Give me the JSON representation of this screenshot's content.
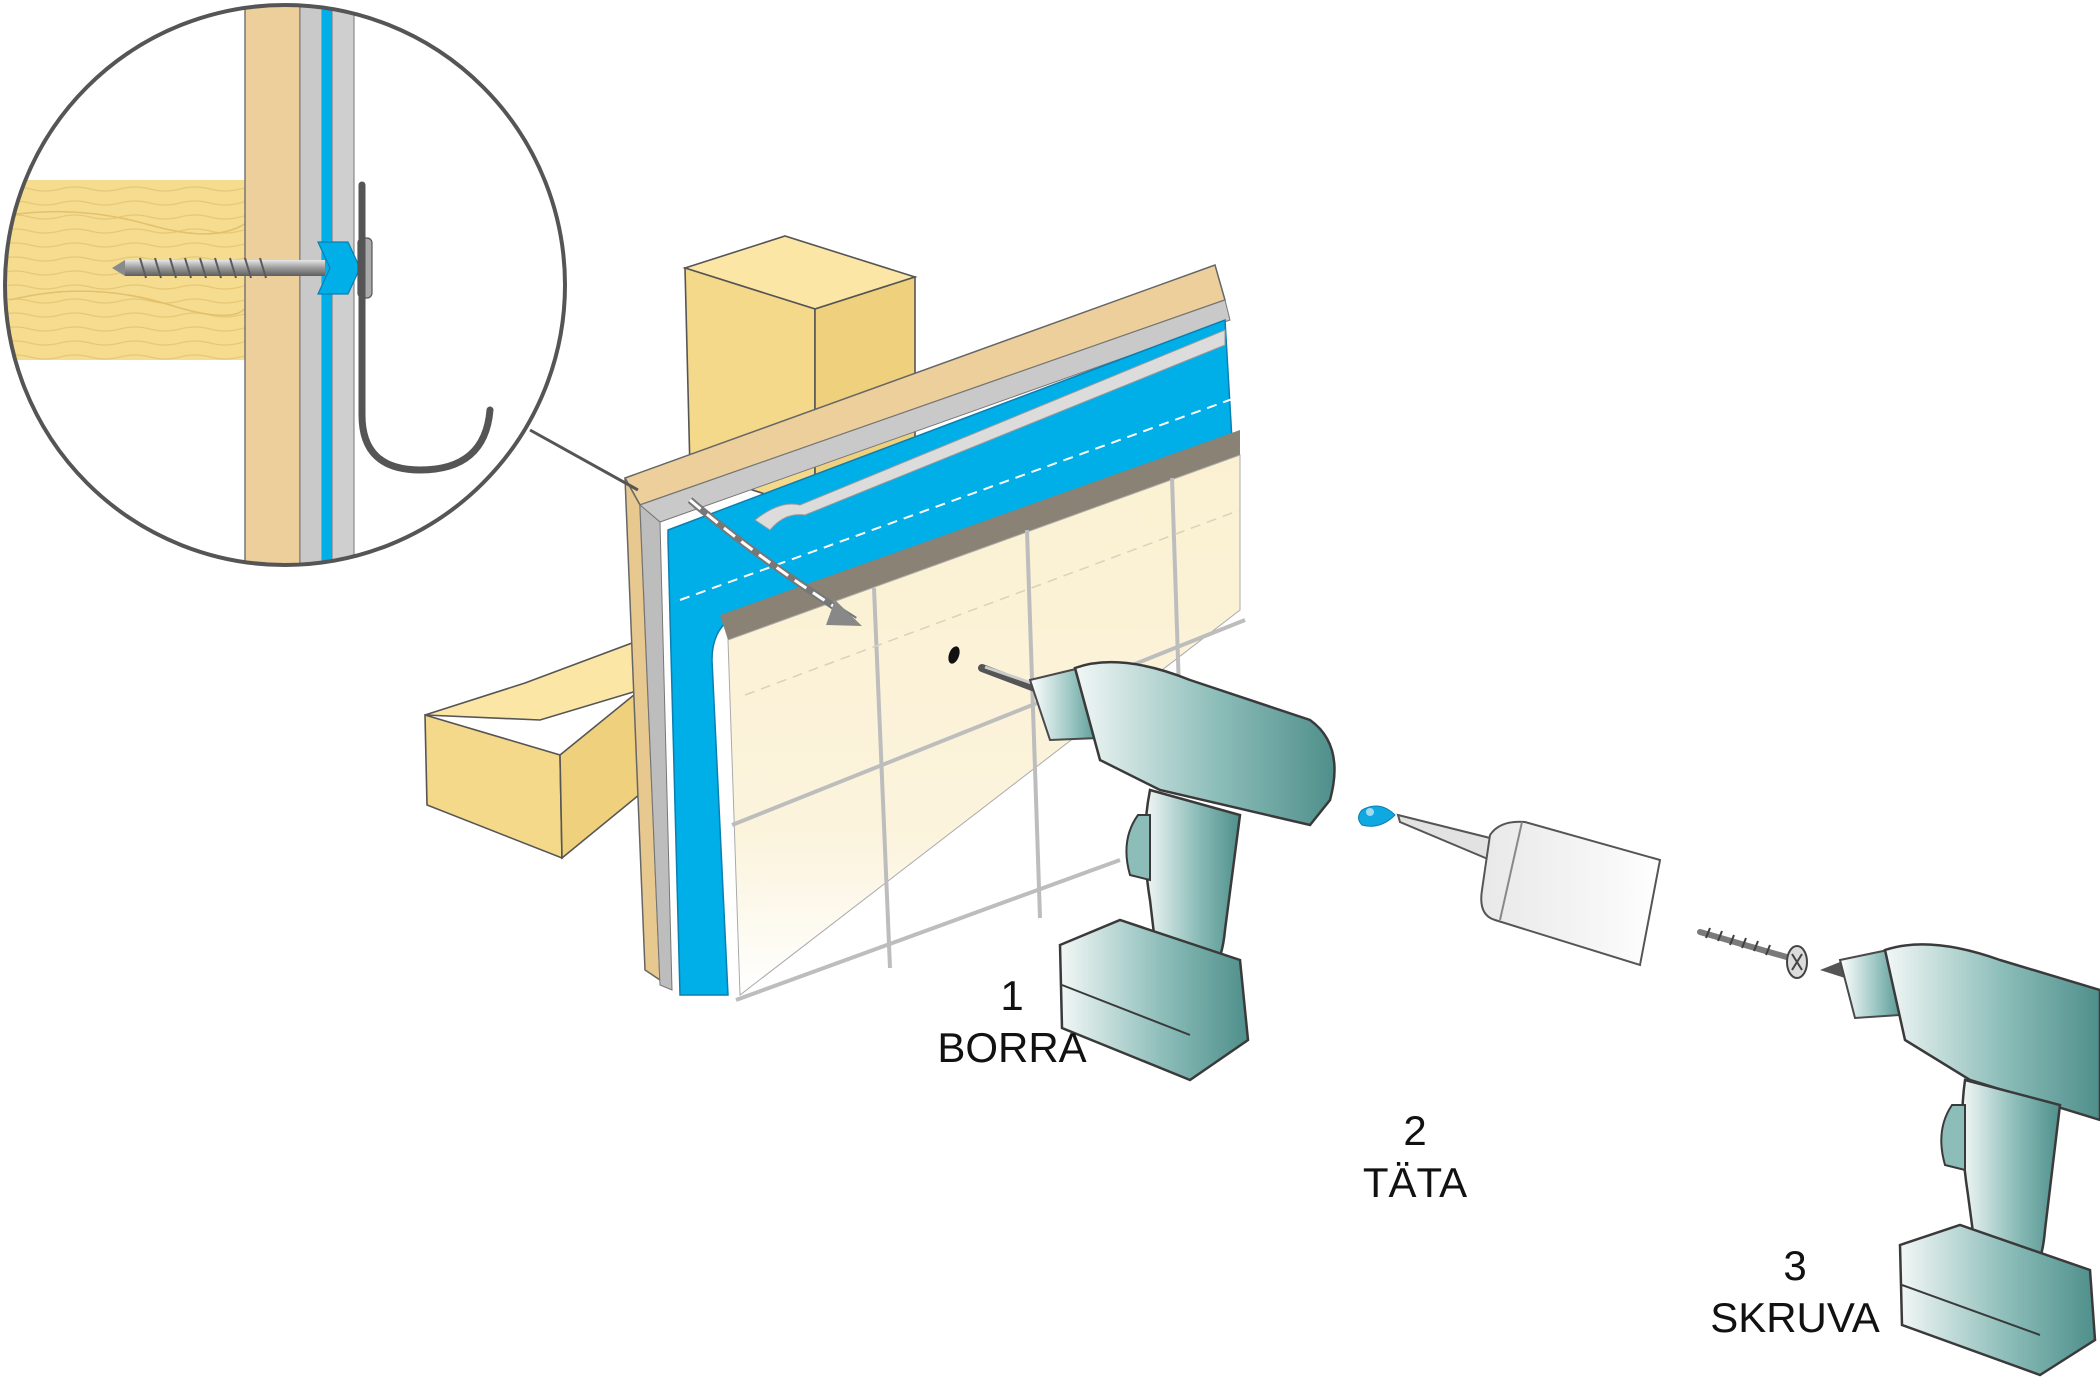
{
  "steps": [
    {
      "number": "1",
      "label": "BORRA"
    },
    {
      "number": "2",
      "label": "TÄTA"
    },
    {
      "number": "3",
      "label": "SKRUVA"
    }
  ],
  "icons": [
    "wall-section",
    "detail-magnifier",
    "drill",
    "sealant-tube",
    "screw",
    "hook"
  ],
  "colors": {
    "membrane": "#00aee8",
    "timber": "#f5d98a",
    "board": "#eccf9b",
    "tile": "#fbf1d2",
    "drill_body": "#6fa9a5",
    "outline": "#444444"
  }
}
